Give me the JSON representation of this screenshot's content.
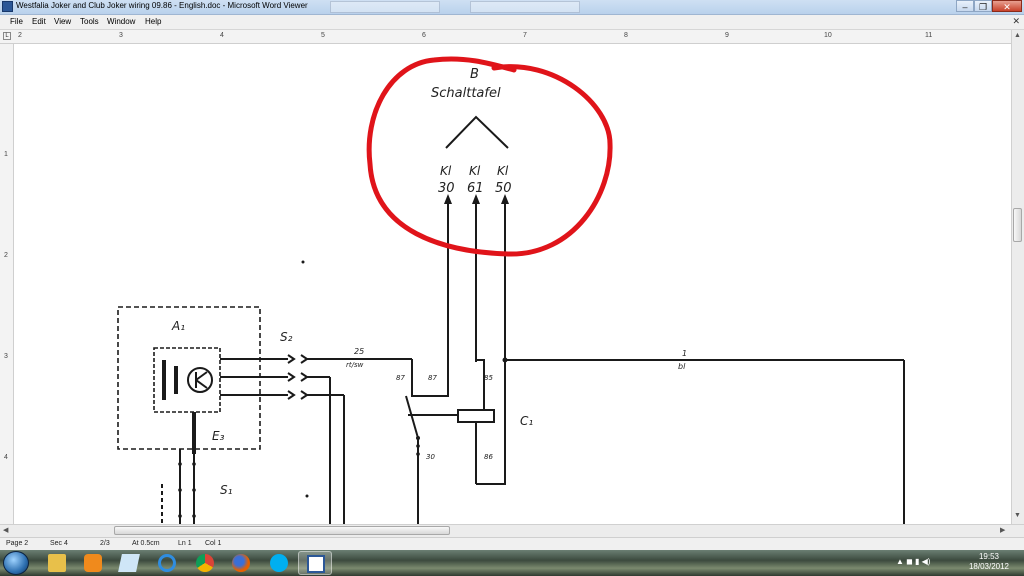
{
  "window": {
    "title": "Westfalia Joker and Club Joker wiring 09.86 - English.doc - Microsoft Word Viewer",
    "minimize": "–",
    "restore": "❐",
    "close": "✕"
  },
  "menu": {
    "items": [
      "File",
      "Edit",
      "View",
      "Tools",
      "Window",
      "Help"
    ],
    "close": "✕"
  },
  "ruler": {
    "corner": "L",
    "numbers": [
      "2",
      "3",
      "4",
      "5",
      "6",
      "7",
      "8",
      "9",
      "10",
      "11"
    ],
    "vertical_numbers": [
      "1",
      "2",
      "3",
      "4"
    ]
  },
  "diagram": {
    "b_label": "B",
    "b_title": "Schalttafel",
    "terminals": [
      {
        "top": "Kl",
        "bottom": "30"
      },
      {
        "top": "Kl",
        "bottom": "61"
      },
      {
        "top": "Kl",
        "bottom": "50"
      }
    ],
    "a1": "A₁",
    "e3": "E₃",
    "s1": "S₁",
    "s2": "S₂",
    "c1": "C₁",
    "wire_25": "25",
    "wire_25_color": "rt/sw",
    "wire_1": "1",
    "wire_1_color": "bl",
    "pin_87a": "87",
    "pin_87": "87",
    "pin_85": "85",
    "pin_30": "30",
    "pin_86": "86",
    "annotation_color": "#e0141a"
  },
  "status": {
    "page": "Page 2",
    "sec": "Sec 4",
    "pages": "2/3",
    "at": "At 0.5cm",
    "ln": "Ln 1",
    "col": "Col 1"
  },
  "taskbar": {
    "icons": [
      "start-orb",
      "file-explorer",
      "media-player",
      "notepad",
      "internet-explorer",
      "chrome",
      "firefox",
      "skype",
      "word-viewer"
    ],
    "time": "19:53",
    "date": "18/03/2012"
  }
}
